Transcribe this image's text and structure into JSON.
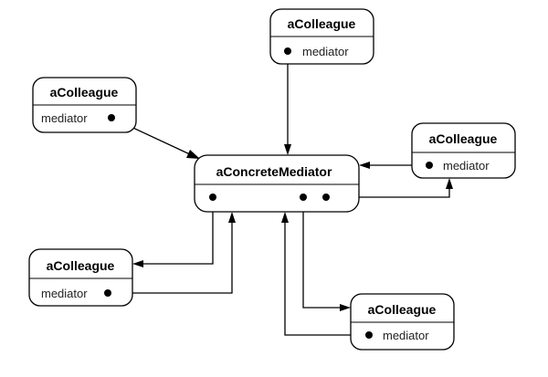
{
  "diagram": {
    "type": "object-diagram",
    "mediator": {
      "title": "aConcreteMediator"
    },
    "colleagues": [
      {
        "id": "top",
        "title": "aColleague",
        "field": "mediator"
      },
      {
        "id": "top-left",
        "title": "aColleague",
        "field": "mediator"
      },
      {
        "id": "right",
        "title": "aColleague",
        "field": "mediator"
      },
      {
        "id": "bottom-left",
        "title": "aColleague",
        "field": "mediator"
      },
      {
        "id": "bottom-right",
        "title": "aColleague",
        "field": "mediator"
      }
    ],
    "references": [
      {
        "from": "top.mediator",
        "to": "aConcreteMediator"
      },
      {
        "from": "top-left.mediator",
        "to": "aConcreteMediator"
      },
      {
        "from": "right.mediator",
        "to": "aConcreteMediator"
      },
      {
        "from": "bottom-left.mediator",
        "to": "aConcreteMediator"
      },
      {
        "from": "bottom-right.mediator",
        "to": "aConcreteMediator"
      },
      {
        "from": "aConcreteMediator",
        "to": "right"
      },
      {
        "from": "aConcreteMediator",
        "to": "bottom-left"
      },
      {
        "from": "aConcreteMediator",
        "to": "bottom-right"
      }
    ]
  }
}
